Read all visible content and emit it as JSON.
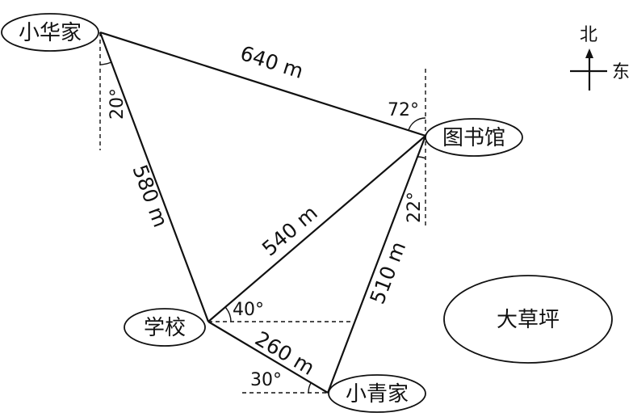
{
  "places": {
    "xiaohua": "小华家",
    "library": "图书馆",
    "school": "学校",
    "xiaoqing": "小青家",
    "lawn": "大草坪"
  },
  "distances": {
    "xiaohua_library": "640 m",
    "xiaohua_school": "580 m",
    "school_library": "540 m",
    "library_xiaoqing": "510 m",
    "school_xiaoqing": "260 m"
  },
  "angles": {
    "xiaohua": "20°",
    "library_top": "72°",
    "library_bottom": "22°",
    "school": "40°",
    "xiaoqing": "30°"
  },
  "compass": {
    "north": "北",
    "east": "东"
  }
}
